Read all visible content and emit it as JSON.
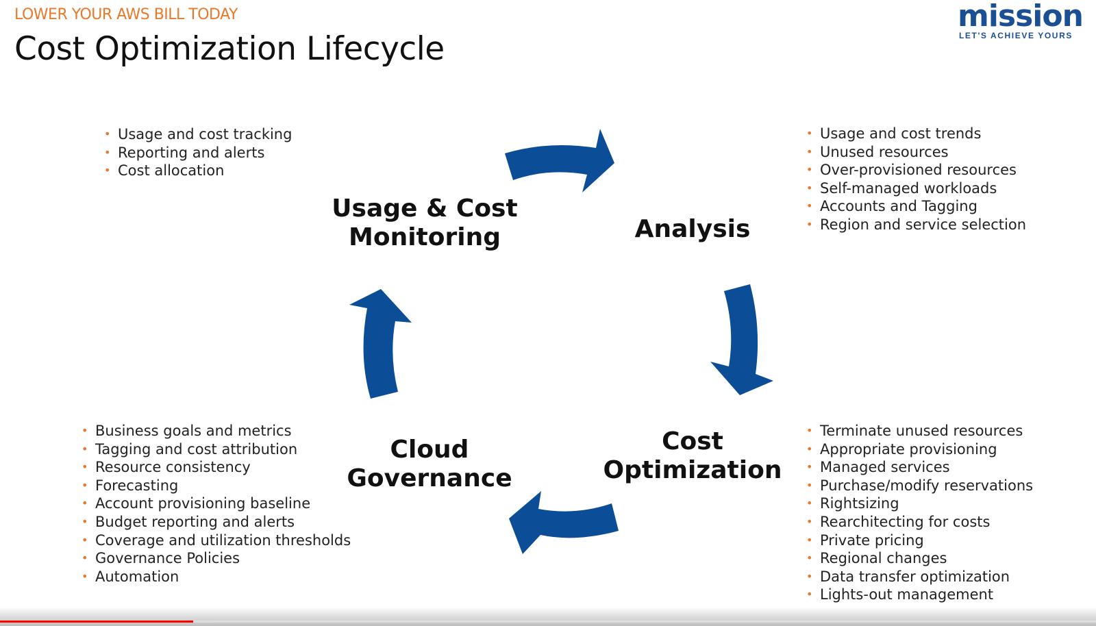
{
  "header": {
    "kicker": "LOWER YOUR AWS BILL TODAY",
    "title": "Cost Optimization Lifecycle"
  },
  "logo": {
    "word": "mission",
    "tagline": "LET'S ACHIEVE YOURS"
  },
  "stages": {
    "monitoring": {
      "line1": "Usage & Cost",
      "line2": "Monitoring",
      "bullets": [
        "Usage and cost tracking",
        "Reporting and alerts",
        "Cost allocation"
      ]
    },
    "analysis": {
      "line1": "Analysis",
      "bullets": [
        "Usage and cost trends",
        "Unused resources",
        "Over-provisioned resources",
        "Self-managed workloads",
        "Accounts and Tagging",
        "Region and service selection"
      ]
    },
    "optimization": {
      "line1": "Cost",
      "line2": "Optimization",
      "bullets": [
        "Terminate unused resources",
        "Appropriate provisioning",
        "Managed services",
        "Purchase/modify reservations",
        "Rightsizing",
        "Rearchitecting for costs",
        "Private pricing",
        "Regional changes",
        "Data transfer optimization",
        "Lights-out management"
      ]
    },
    "governance": {
      "line1": "Cloud",
      "line2": "Governance",
      "bullets": [
        "Business goals and metrics",
        "Tagging and cost attribution",
        "Resource consistency",
        "Forecasting",
        "Account provisioning baseline",
        "Budget reporting and alerts",
        "Coverage and utilization thresholds",
        "Governance Policies",
        "Automation"
      ]
    }
  },
  "colors": {
    "arrow": "#0b4d97",
    "bullet": "#e8792b",
    "kicker": "#e8792b",
    "logo": "#1b4f94",
    "progress": "#ff0000"
  },
  "video": {
    "played_percent": 17.6,
    "buffered_percent": 19.4
  }
}
